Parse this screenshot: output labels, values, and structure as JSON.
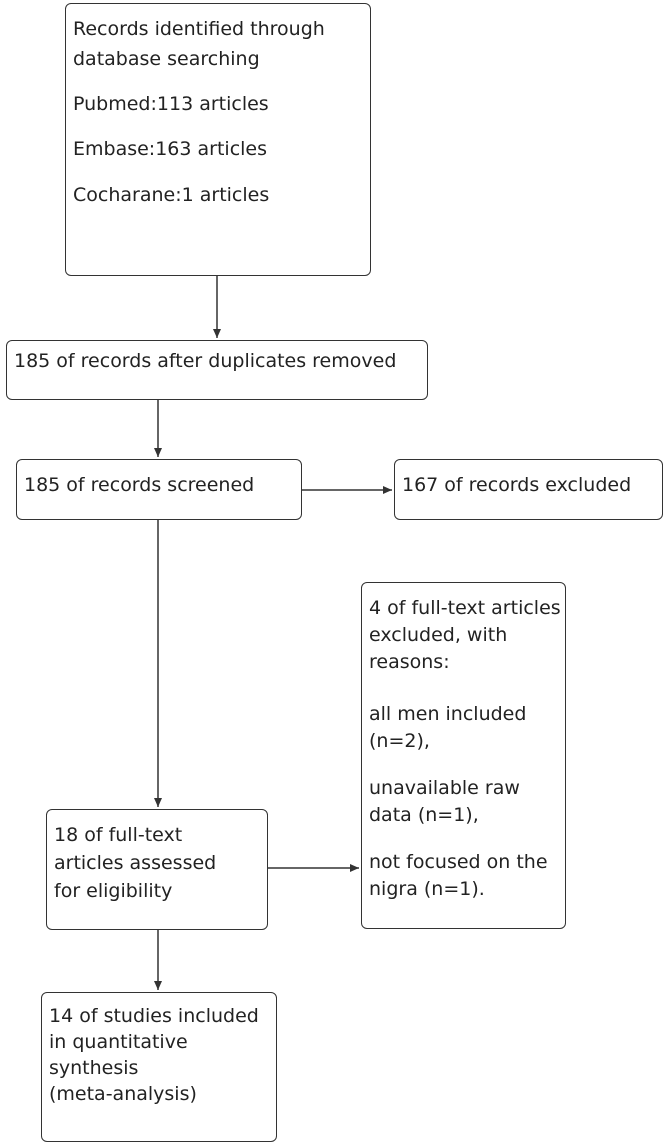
{
  "identification": {
    "lines": [
      "Records identified through",
      "database searching",
      "Pubmed:113 articles",
      "Embase:163 articles",
      "Cocharane:1 articles"
    ]
  },
  "duplicates_removed": {
    "text": "185 of records after duplicates removed"
  },
  "screened": {
    "text": "185 of records screened"
  },
  "excluded_screening": {
    "text": "167 of records excluded"
  },
  "full_text_excluded": {
    "lines": [
      "4 of full-text articles",
      "excluded, with",
      "reasons:",
      "all men included",
      "(n=2),",
      "unavailable raw",
      "data (n=1),",
      "not focused on the",
      "nigra (n=1)."
    ]
  },
  "eligibility": {
    "lines": [
      "18 of full-text",
      "articles assessed",
      "for eligibility"
    ]
  },
  "included": {
    "lines": [
      "14 of studies included",
      "in quantitative",
      "synthesis",
      "(meta-analysis)"
    ]
  }
}
